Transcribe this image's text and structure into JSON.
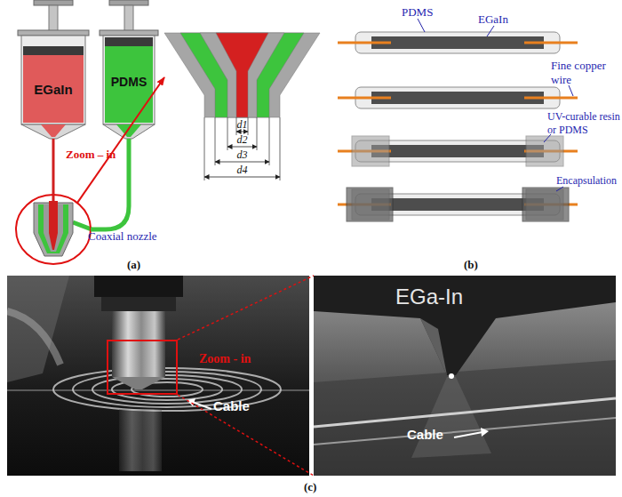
{
  "diagram": {
    "nodes": [
      {
        "text": [
          "EGaIn"
        ]
      },
      {
        "text": [
          "PDMS"
        ]
      },
      {
        "text": [
          "Coaxial nozzle"
        ]
      },
      {
        "text": [
          "d1",
          "d2",
          "d3",
          "d4"
        ]
      },
      {
        "text": [
          "Cable"
        ]
      },
      {
        "text": [
          "Zoom - in"
        ],
        "in": 4
      },
      {
        "text": [
          "EGa-In",
          "Cable"
        ]
      }
    ],
    "edges": [
      {
        "from": 0,
        "to": 2,
        "arrow": "none"
      },
      {
        "from": 1,
        "to": 2,
        "arrow": "none"
      },
      {
        "from": 2,
        "to": 3,
        "label": "Zoom – in",
        "arrow": "to"
      },
      {
        "from": 5,
        "to": 6,
        "arrow": "none"
      }
    ],
    "labels": [
      "(a)",
      "PDMS",
      "EGaIn",
      "Fine copper wire",
      "UV-curable resin or PDMS",
      "Encapsulation",
      "(b)",
      "(c)"
    ]
  }
}
